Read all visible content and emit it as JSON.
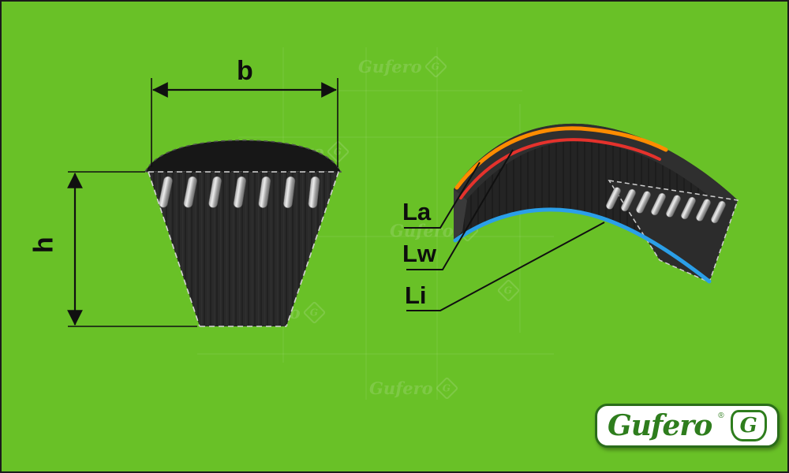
{
  "scene": {
    "background_color": "#69c127",
    "frame_color": "#1b1b1b"
  },
  "dimensions": {
    "width_label": "b",
    "height_label": "h"
  },
  "belt_lengths": {
    "outer": {
      "label": "La",
      "color": "#ff8c00"
    },
    "pitch": {
      "label": "Lw",
      "color": "#e5322c"
    },
    "inner": {
      "label": "Li",
      "color": "#2b9fe8"
    }
  },
  "logo": {
    "brand": "Gufero",
    "registered": "®",
    "monogram": "G",
    "brand_color": "#2e7d1d"
  },
  "watermark": {
    "text": "Gufero",
    "monogram": "G"
  }
}
